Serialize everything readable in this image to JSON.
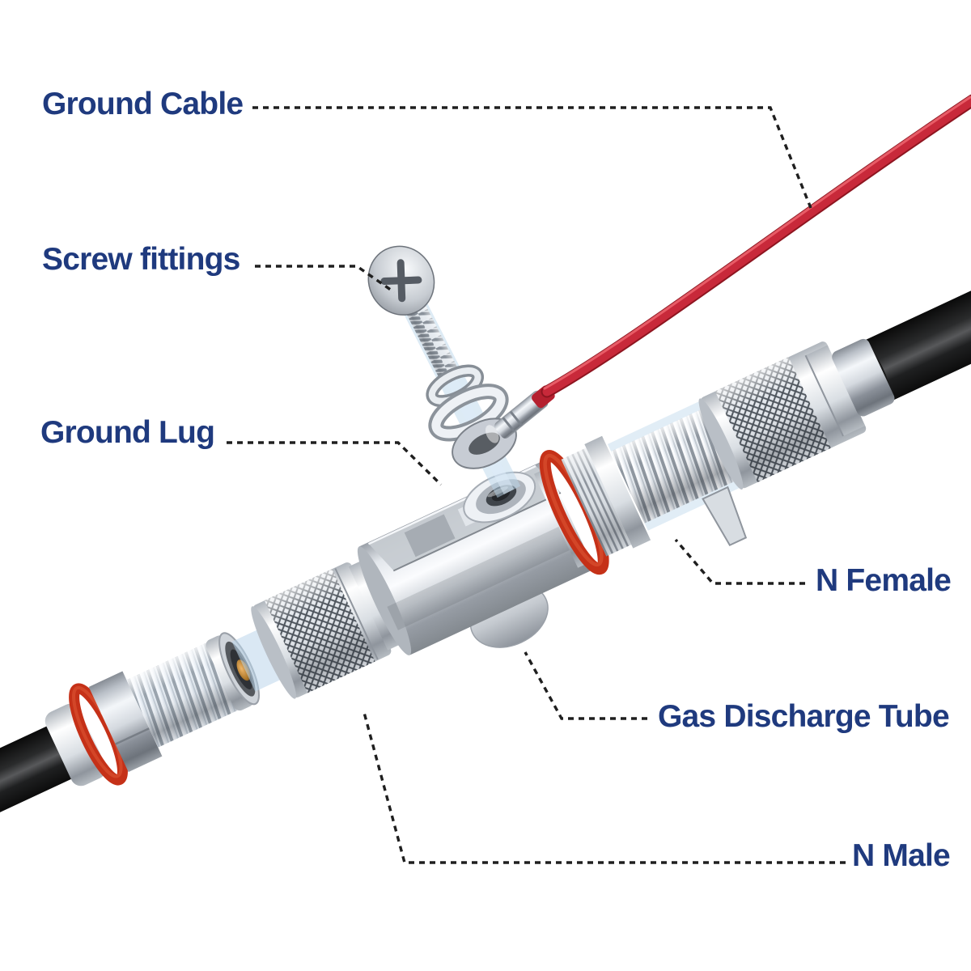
{
  "labels": {
    "ground_cable": "Ground Cable",
    "screw_fittings": "Screw fittings",
    "ground_lug": "Ground Lug",
    "n_female": "N Female",
    "gas_discharge_tube": "Gas Discharge Tube",
    "n_male": "N Male"
  },
  "colors": {
    "background": "#ffffff",
    "label_text": "#1f3a7e",
    "leader_line": "#1f1f1f",
    "ground_wire_red": "#c8293a",
    "o_ring_red": "#c53118",
    "cable_black": "#141414",
    "metal_silver": "#d6dbe0",
    "ghost_blue": "#bcd7ec",
    "pin_gold": "#c08a3e"
  }
}
